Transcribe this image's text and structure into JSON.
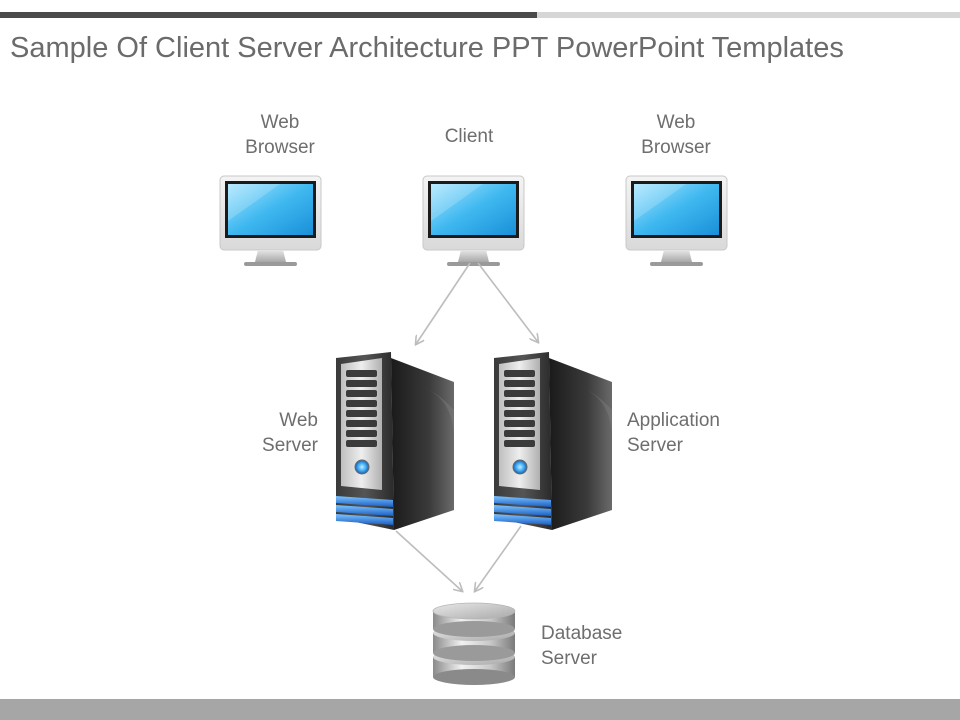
{
  "title": "Sample Of Client Server Architecture PPT PowerPoint Templates",
  "labels": {
    "web_browser_left": [
      "Web",
      "Browser"
    ],
    "client": [
      "Client"
    ],
    "web_browser_right": [
      "Web",
      "Browser"
    ],
    "web_server": [
      "Web",
      "Server"
    ],
    "application_server": [
      "Application",
      "Server"
    ],
    "database_server": [
      "Database",
      "Server"
    ]
  },
  "colors": {
    "title": "#6b6b6b",
    "label": "#6e6e6e",
    "screen": "#29a8e8",
    "server_blue": "#2b6fd1",
    "arrow": "#bdbdbd"
  },
  "icons": [
    "monitor-icon",
    "server-icon",
    "database-icon",
    "arrow"
  ]
}
